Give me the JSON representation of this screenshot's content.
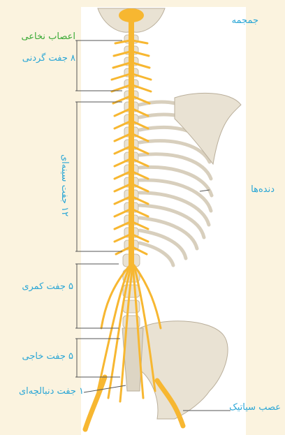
{
  "labels": {
    "skull": "جمجمه",
    "spinal_nerves": "اعصاب نخاعی",
    "cervical": "۸ جفت گردنی",
    "thoracic": "۱۲ جفت سینه‌ای",
    "ribs": "دنده‌ها",
    "lumbar": "۵ جفت کمری",
    "sacral": "۵ جفت خاجی",
    "coccygeal": "۱ جفت دنبالچه‌ای",
    "sciatic": "عصب سیاتیک"
  },
  "colors": {
    "background": "#fbf3df",
    "nerve": "#f7b731",
    "bone": "#e9e2d3",
    "label_primary": "#2aa6d6",
    "label_secondary": "#3aa935"
  }
}
